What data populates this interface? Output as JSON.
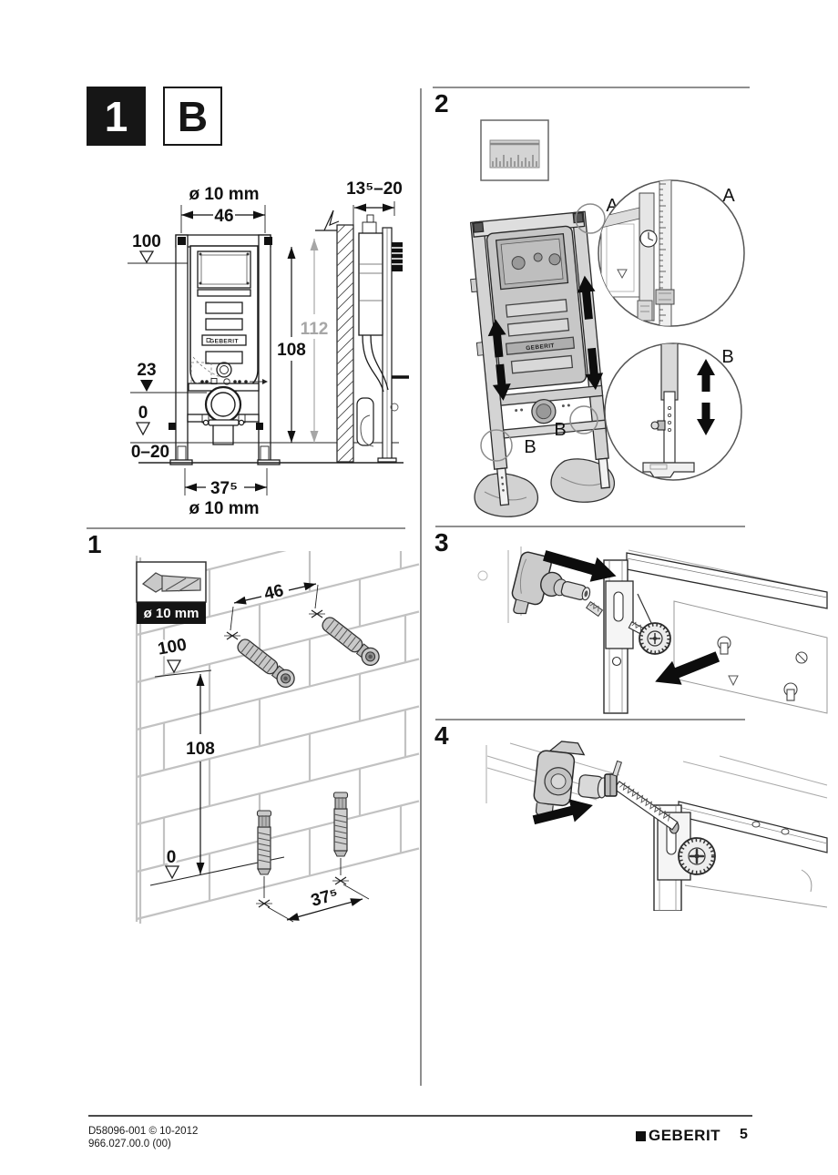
{
  "badges": {
    "step": "1",
    "variant": "B"
  },
  "overview": {
    "drill_top": "ø 10 mm",
    "width_top": "46",
    "level_100": "100",
    "depth_range": "13⁵–20",
    "height_112": "112",
    "height_108": "108",
    "level_23": "23",
    "level_0": "0",
    "floor_range": "0–20",
    "width_bottom": "37⁵",
    "drill_bottom": "ø 10 mm",
    "brand_small": "GEBERIT"
  },
  "section1": {
    "number": "1",
    "drill_badge": "ø 10 mm",
    "width": "46",
    "level_100": "100",
    "height_108": "108",
    "level_0": "0",
    "width_floor": "37⁵"
  },
  "section2": {
    "number": "2",
    "callout_a": "A",
    "detail_a": "A",
    "callout_b_left": "B",
    "callout_b_right": "B",
    "detail_b": "B",
    "brand_small": "GEBERIT"
  },
  "section3": {
    "number": "3"
  },
  "section4": {
    "number": "4"
  },
  "footer": {
    "doc_code": "D58096-001 © 10-2012",
    "article_code": "966.027.00.0 (00)",
    "brand": "GEBERIT",
    "page_number": "5"
  }
}
